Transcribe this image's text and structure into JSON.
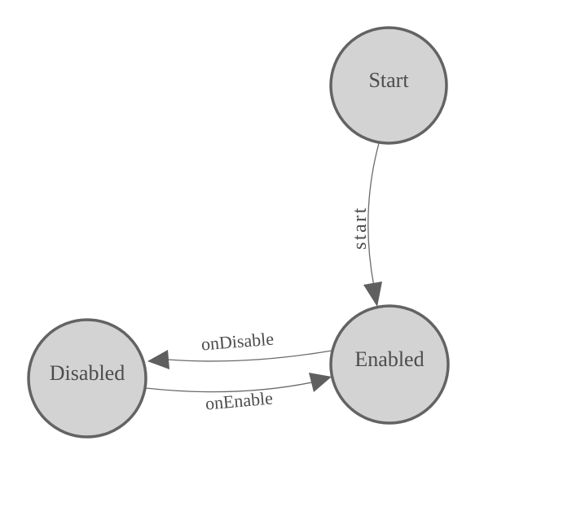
{
  "diagram": {
    "colors": {
      "background": "#ffffff",
      "node_fill": "#d3d3d3",
      "node_stroke": "#636363",
      "edge_line": "#6a6a6a",
      "arrowhead": "#5f5f5f",
      "label_text": "#4c4c4e"
    },
    "nodes": [
      {
        "id": "start",
        "label": "Start"
      },
      {
        "id": "enabled",
        "label": "Enabled"
      },
      {
        "id": "disabled",
        "label": "Disabled"
      }
    ],
    "edges": [
      {
        "from": "Start",
        "to": "Enabled",
        "label": "start"
      },
      {
        "from": "Enabled",
        "to": "Disabled",
        "label": "onDisable"
      },
      {
        "from": "Disabled",
        "to": "Enabled",
        "label": "onEnable"
      }
    ]
  }
}
